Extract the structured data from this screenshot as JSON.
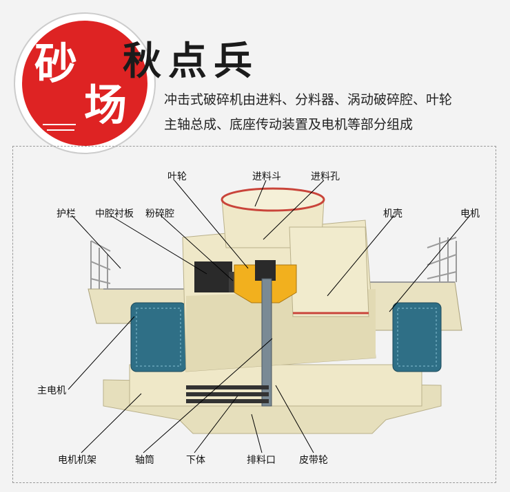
{
  "header": {
    "badge_chars": [
      "砂",
      "场"
    ],
    "title": "秋点兵",
    "description_lines": [
      "冲击式破碎机由进料、分料器、涡动破碎腔、叶轮",
      "主轴总成、底座传动装置及电机等部分组成"
    ]
  },
  "labels": {
    "impeller": "叶轮",
    "feed_hopper": "进料斗",
    "feed_hole": "进料孔",
    "guardrail": "护栏",
    "middle_liner": "中腔衬板",
    "crushing_chamber": "粉碎腔",
    "casing": "机壳",
    "motor": "电机",
    "main_motor": "主电机",
    "motor_frame": "电机机架",
    "shaft_tube": "轴筒",
    "lower_body": "下体",
    "discharge": "排料口",
    "pulley": "皮带轮"
  },
  "colors": {
    "badge_red": "#de2323",
    "machine_body": "#efe8c8",
    "machine_shadow": "#d8cfa6",
    "impeller_orange": "#f2b01e",
    "motor_blue": "#2f6f86",
    "liner_dark": "#2a2a2a",
    "stripe_red": "#c9443a"
  }
}
